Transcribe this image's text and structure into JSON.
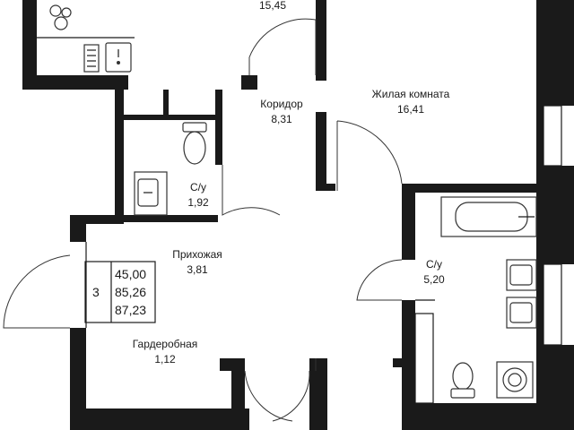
{
  "rooms": {
    "kitchen": {
      "area": "15,45"
    },
    "corridor": {
      "name": "Коридор",
      "area": "8,31"
    },
    "living": {
      "name": "Жилая комната",
      "area": "16,41"
    },
    "wc1": {
      "name": "С/у",
      "area": "1,92"
    },
    "hall": {
      "name": "Прихожая",
      "area": "3,81"
    },
    "wc2": {
      "name": "С/у",
      "area": "5,20"
    },
    "wardrobe": {
      "name": "Гардеробная",
      "area": "1,12"
    }
  },
  "summary": {
    "rooms_count": "3",
    "living_area": "45,00",
    "total_area": "85,26",
    "total_area_with_balcony": "87,23"
  },
  "colors": {
    "wall": "#1a1a1a",
    "background": "#ffffff"
  }
}
